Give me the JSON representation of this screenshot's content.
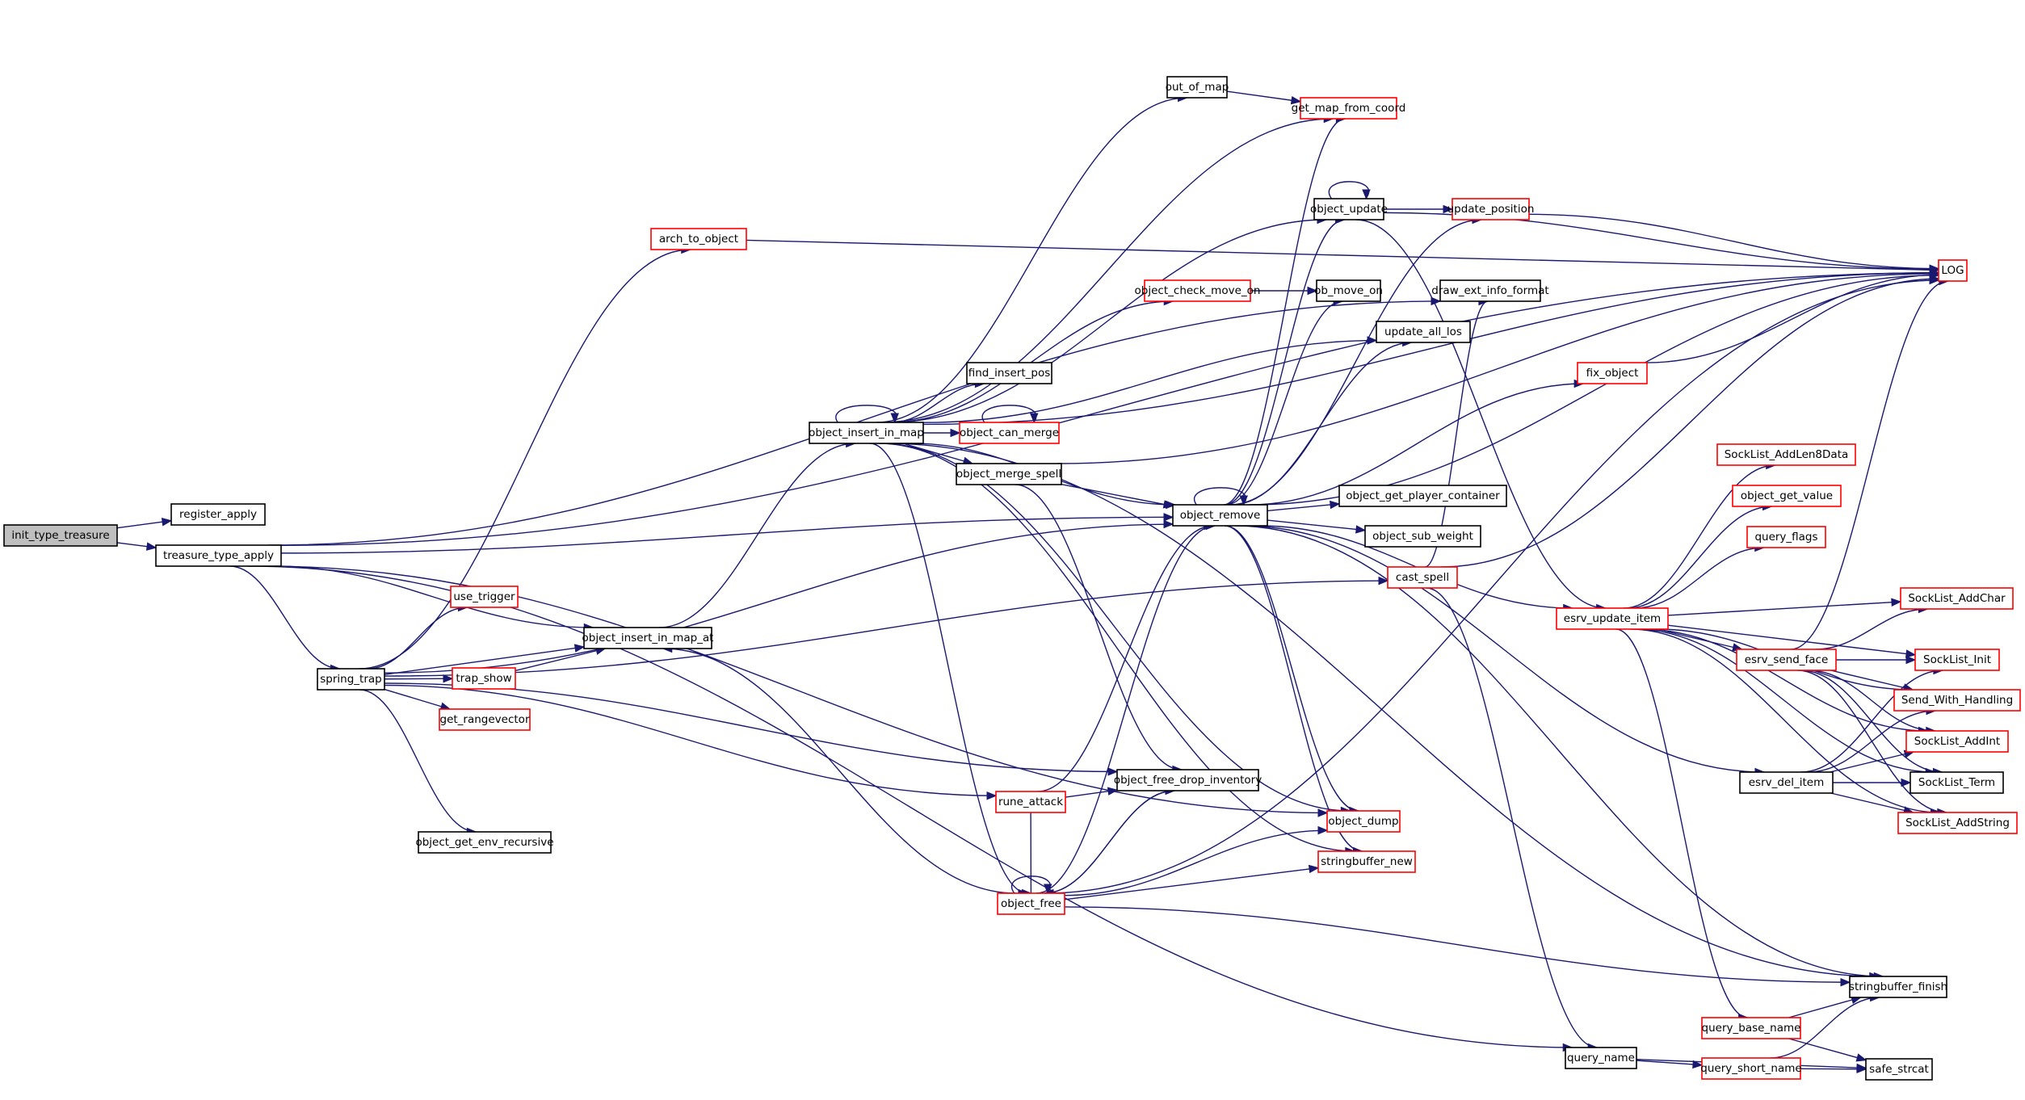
{
  "title": "init_type_treasure call graph",
  "colors": {
    "edge": "#191970",
    "external_border": "#ff0000",
    "internal_border": "#000000",
    "root_fill": "#bfbfbf"
  },
  "nodes": [
    {
      "id": "init_type_treasure",
      "label": "init_type_treasure",
      "kind": "root"
    },
    {
      "id": "register_apply",
      "label": "register_apply",
      "kind": "internal"
    },
    {
      "id": "treasure_type_apply",
      "label": "treasure_type_apply",
      "kind": "internal"
    },
    {
      "id": "arch_to_object",
      "label": "arch_to_object",
      "kind": "external"
    },
    {
      "id": "spring_trap",
      "label": "spring_trap",
      "kind": "internal"
    },
    {
      "id": "use_trigger",
      "label": "use_trigger",
      "kind": "external"
    },
    {
      "id": "trap_show",
      "label": "trap_show",
      "kind": "external"
    },
    {
      "id": "get_rangevector",
      "label": "get_rangevector",
      "kind": "external"
    },
    {
      "id": "object_get_env_recursive",
      "label": "object_get_env_recursive",
      "kind": "internal"
    },
    {
      "id": "object_insert_in_map_at",
      "label": "object_insert_in_map_at",
      "kind": "internal"
    },
    {
      "id": "object_insert_in_map",
      "label": "object_insert_in_map",
      "kind": "internal"
    },
    {
      "id": "find_insert_pos",
      "label": "find_insert_pos",
      "kind": "internal"
    },
    {
      "id": "object_can_merge",
      "label": "object_can_merge",
      "kind": "external"
    },
    {
      "id": "object_merge_spell",
      "label": "object_merge_spell",
      "kind": "internal"
    },
    {
      "id": "out_of_map",
      "label": "out_of_map",
      "kind": "internal"
    },
    {
      "id": "get_map_from_coord",
      "label": "get_map_from_coord",
      "kind": "external"
    },
    {
      "id": "object_update",
      "label": "object_update",
      "kind": "internal"
    },
    {
      "id": "update_position",
      "label": "update_position",
      "kind": "external"
    },
    {
      "id": "object_check_move_on",
      "label": "object_check_move_on",
      "kind": "external"
    },
    {
      "id": "ob_move_on",
      "label": "ob_move_on",
      "kind": "internal"
    },
    {
      "id": "update_all_los",
      "label": "update_all_los",
      "kind": "internal"
    },
    {
      "id": "draw_ext_info_format",
      "label": "draw_ext_info_format",
      "kind": "internal"
    },
    {
      "id": "fix_object",
      "label": "fix_object",
      "kind": "external"
    },
    {
      "id": "LOG",
      "label": "LOG",
      "kind": "external"
    },
    {
      "id": "object_remove",
      "label": "object_remove",
      "kind": "internal"
    },
    {
      "id": "object_get_player_container",
      "label": "object_get_player_container",
      "kind": "internal"
    },
    {
      "id": "object_sub_weight",
      "label": "object_sub_weight",
      "kind": "internal"
    },
    {
      "id": "cast_spell",
      "label": "cast_spell",
      "kind": "external"
    },
    {
      "id": "rune_attack",
      "label": "rune_attack",
      "kind": "external"
    },
    {
      "id": "object_free_drop_inventory",
      "label": "object_free_drop_inventory",
      "kind": "internal"
    },
    {
      "id": "object_free",
      "label": "object_free",
      "kind": "external"
    },
    {
      "id": "object_dump",
      "label": "object_dump",
      "kind": "external"
    },
    {
      "id": "stringbuffer_new",
      "label": "stringbuffer_new",
      "kind": "external"
    },
    {
      "id": "esrv_update_item",
      "label": "esrv_update_item",
      "kind": "external"
    },
    {
      "id": "SockList_AddLen8Data",
      "label": "SockList_AddLen8Data",
      "kind": "external"
    },
    {
      "id": "object_get_value",
      "label": "object_get_value",
      "kind": "external"
    },
    {
      "id": "query_flags",
      "label": "query_flags",
      "kind": "external"
    },
    {
      "id": "SockList_AddChar",
      "label": "SockList_AddChar",
      "kind": "external"
    },
    {
      "id": "esrv_send_face",
      "label": "esrv_send_face",
      "kind": "external"
    },
    {
      "id": "SockList_Init",
      "label": "SockList_Init",
      "kind": "external"
    },
    {
      "id": "Send_With_Handling",
      "label": "Send_With_Handling",
      "kind": "external"
    },
    {
      "id": "SockList_AddInt",
      "label": "SockList_AddInt",
      "kind": "external"
    },
    {
      "id": "esrv_del_item",
      "label": "esrv_del_item",
      "kind": "internal"
    },
    {
      "id": "SockList_Term",
      "label": "SockList_Term",
      "kind": "internal"
    },
    {
      "id": "SockList_AddString",
      "label": "SockList_AddString",
      "kind": "external"
    },
    {
      "id": "stringbuffer_finish",
      "label": "stringbuffer_finish",
      "kind": "internal"
    },
    {
      "id": "query_base_name",
      "label": "query_base_name",
      "kind": "external"
    },
    {
      "id": "query_name",
      "label": "query_name",
      "kind": "internal"
    },
    {
      "id": "query_short_name",
      "label": "query_short_name",
      "kind": "external"
    },
    {
      "id": "safe_strcat",
      "label": "safe_strcat",
      "kind": "internal"
    }
  ],
  "edges": [
    [
      "init_type_treasure",
      "register_apply"
    ],
    [
      "init_type_treasure",
      "treasure_type_apply"
    ],
    [
      "treasure_type_apply",
      "LOG"
    ],
    [
      "treasure_type_apply",
      "object_remove"
    ],
    [
      "treasure_type_apply",
      "object_insert_in_map_at"
    ],
    [
      "treasure_type_apply",
      "spring_trap"
    ],
    [
      "treasure_type_apply",
      "draw_ext_info_format"
    ],
    [
      "treasure_type_apply",
      "query_name"
    ],
    [
      "treasure_type_apply",
      "object_dump"
    ],
    [
      "spring_trap",
      "arch_to_object"
    ],
    [
      "spring_trap",
      "use_trigger"
    ],
    [
      "spring_trap",
      "object_insert_in_map_at"
    ],
    [
      "spring_trap",
      "trap_show"
    ],
    [
      "spring_trap",
      "get_rangevector"
    ],
    [
      "spring_trap",
      "object_get_env_recursive"
    ],
    [
      "spring_trap",
      "object_remove"
    ],
    [
      "spring_trap",
      "cast_spell"
    ],
    [
      "spring_trap",
      "rune_attack"
    ],
    [
      "spring_trap",
      "object_free_drop_inventory"
    ],
    [
      "arch_to_object",
      "LOG"
    ],
    [
      "trap_show",
      "object_insert_in_map_at"
    ],
    [
      "object_insert_in_map_at",
      "object_insert_in_map"
    ],
    [
      "object_insert_in_map",
      "object_insert_in_map"
    ],
    [
      "object_insert_in_map",
      "out_of_map"
    ],
    [
      "object_insert_in_map",
      "get_map_from_coord"
    ],
    [
      "object_insert_in_map",
      "object_update"
    ],
    [
      "object_insert_in_map",
      "LOG"
    ],
    [
      "object_insert_in_map",
      "object_check_move_on"
    ],
    [
      "object_insert_in_map",
      "update_all_los"
    ],
    [
      "object_insert_in_map",
      "find_insert_pos"
    ],
    [
      "object_insert_in_map",
      "object_can_merge"
    ],
    [
      "object_insert_in_map",
      "object_merge_spell"
    ],
    [
      "object_insert_in_map",
      "object_remove"
    ],
    [
      "object_insert_in_map",
      "object_free"
    ],
    [
      "object_insert_in_map",
      "object_dump"
    ],
    [
      "object_insert_in_map",
      "stringbuffer_new"
    ],
    [
      "object_insert_in_map",
      "stringbuffer_finish"
    ],
    [
      "object_can_merge",
      "object_can_merge"
    ],
    [
      "object_merge_spell",
      "object_remove"
    ],
    [
      "object_merge_spell",
      "object_free_drop_inventory"
    ],
    [
      "object_merge_spell",
      "LOG"
    ],
    [
      "out_of_map",
      "get_map_from_coord"
    ],
    [
      "object_update",
      "object_update"
    ],
    [
      "object_update",
      "update_position"
    ],
    [
      "object_update",
      "LOG"
    ],
    [
      "object_update",
      "esrv_update_item"
    ],
    [
      "update_position",
      "LOG"
    ],
    [
      "object_check_move_on",
      "ob_move_on"
    ],
    [
      "fix_object",
      "LOG"
    ],
    [
      "object_remove",
      "object_remove"
    ],
    [
      "object_remove",
      "get_map_from_coord"
    ],
    [
      "object_remove",
      "object_update"
    ],
    [
      "object_remove",
      "ob_move_on"
    ],
    [
      "object_remove",
      "update_all_los"
    ],
    [
      "object_remove",
      "update_position"
    ],
    [
      "object_remove",
      "fix_object"
    ],
    [
      "object_remove",
      "LOG"
    ],
    [
      "object_remove",
      "object_get_player_container"
    ],
    [
      "object_remove",
      "object_sub_weight"
    ],
    [
      "object_remove",
      "esrv_update_item"
    ],
    [
      "object_remove",
      "esrv_del_item"
    ],
    [
      "object_remove",
      "object_dump"
    ],
    [
      "object_remove",
      "stringbuffer_new"
    ],
    [
      "object_remove",
      "stringbuffer_finish"
    ],
    [
      "cast_spell",
      "LOG"
    ],
    [
      "cast_spell",
      "draw_ext_info_format"
    ],
    [
      "cast_spell",
      "query_name"
    ],
    [
      "rune_attack",
      "object_remove"
    ],
    [
      "rune_attack",
      "object_free_drop_inventory"
    ],
    [
      "rune_attack",
      "object_free"
    ],
    [
      "object_free",
      "object_free"
    ],
    [
      "object_free",
      "object_insert_in_map_at"
    ],
    [
      "object_free",
      "object_remove"
    ],
    [
      "object_free",
      "object_free_drop_inventory"
    ],
    [
      "object_free",
      "object_dump"
    ],
    [
      "object_free",
      "stringbuffer_new"
    ],
    [
      "object_free",
      "LOG"
    ],
    [
      "object_free",
      "stringbuffer_finish"
    ],
    [
      "object_free_drop_inventory",
      "object_free"
    ],
    [
      "esrv_update_item",
      "SockList_AddLen8Data"
    ],
    [
      "esrv_update_item",
      "object_get_value"
    ],
    [
      "esrv_update_item",
      "query_flags"
    ],
    [
      "esrv_update_item",
      "SockList_AddChar"
    ],
    [
      "esrv_update_item",
      "esrv_send_face"
    ],
    [
      "esrv_update_item",
      "SockList_Init"
    ],
    [
      "esrv_update_item",
      "Send_With_Handling"
    ],
    [
      "esrv_update_item",
      "SockList_AddInt"
    ],
    [
      "esrv_update_item",
      "SockList_Term"
    ],
    [
      "esrv_update_item",
      "SockList_AddString"
    ],
    [
      "esrv_update_item",
      "query_base_name"
    ],
    [
      "esrv_send_face",
      "LOG"
    ],
    [
      "esrv_send_face",
      "SockList_AddChar"
    ],
    [
      "esrv_send_face",
      "SockList_Init"
    ],
    [
      "esrv_send_face",
      "Send_With_Handling"
    ],
    [
      "esrv_send_face",
      "SockList_AddInt"
    ],
    [
      "esrv_send_face",
      "SockList_Term"
    ],
    [
      "esrv_send_face",
      "SockList_AddString"
    ],
    [
      "esrv_del_item",
      "SockList_Init"
    ],
    [
      "esrv_del_item",
      "Send_With_Handling"
    ],
    [
      "esrv_del_item",
      "SockList_AddInt"
    ],
    [
      "esrv_del_item",
      "SockList_Term"
    ],
    [
      "esrv_del_item",
      "SockList_AddString"
    ],
    [
      "query_name",
      "query_short_name"
    ],
    [
      "query_name",
      "safe_strcat"
    ],
    [
      "query_short_name",
      "stringbuffer_finish"
    ],
    [
      "query_short_name",
      "safe_strcat"
    ],
    [
      "query_base_name",
      "stringbuffer_finish"
    ],
    [
      "query_base_name",
      "safe_strcat"
    ]
  ]
}
